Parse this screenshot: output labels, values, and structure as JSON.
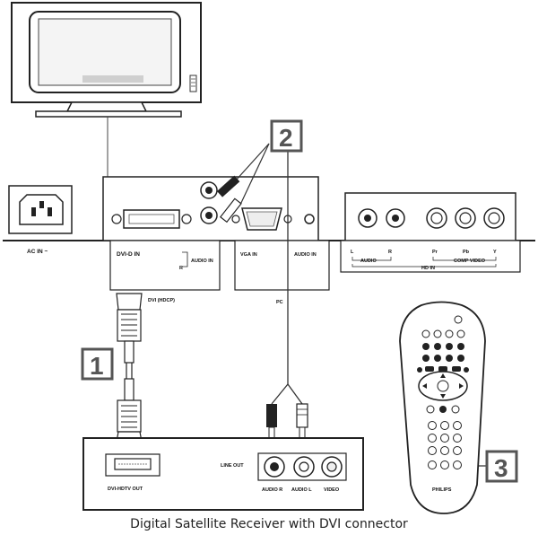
{
  "labels": {
    "ac_in": "AC IN ~",
    "dvi_d_in": "DVI-D IN",
    "audio_in_left": "AUDIO IN",
    "r_marker": "R",
    "vga_in": "VGA IN",
    "audio_in_right": "AUDIO IN",
    "pc": "PC",
    "dvi_hdcp": "DVI (HDCP)",
    "l": "L",
    "r": "R",
    "audio": "AUDIO",
    "pr": "Pr",
    "pb": "Pb",
    "y": "Y",
    "comp_video": "COMP VIDEO",
    "hd_in": "HD IN",
    "line_out": "LINE OUT",
    "dvi_hdtv_out": "DVI-HDTV OUT",
    "audio_r": "AUDIO R",
    "audio_l": "AUDIO L",
    "video": "VIDEO",
    "philips": "PHILIPS"
  },
  "steps": [
    "1",
    "2",
    "3"
  ],
  "caption": "Digital Satellite Receiver with DVI connector"
}
